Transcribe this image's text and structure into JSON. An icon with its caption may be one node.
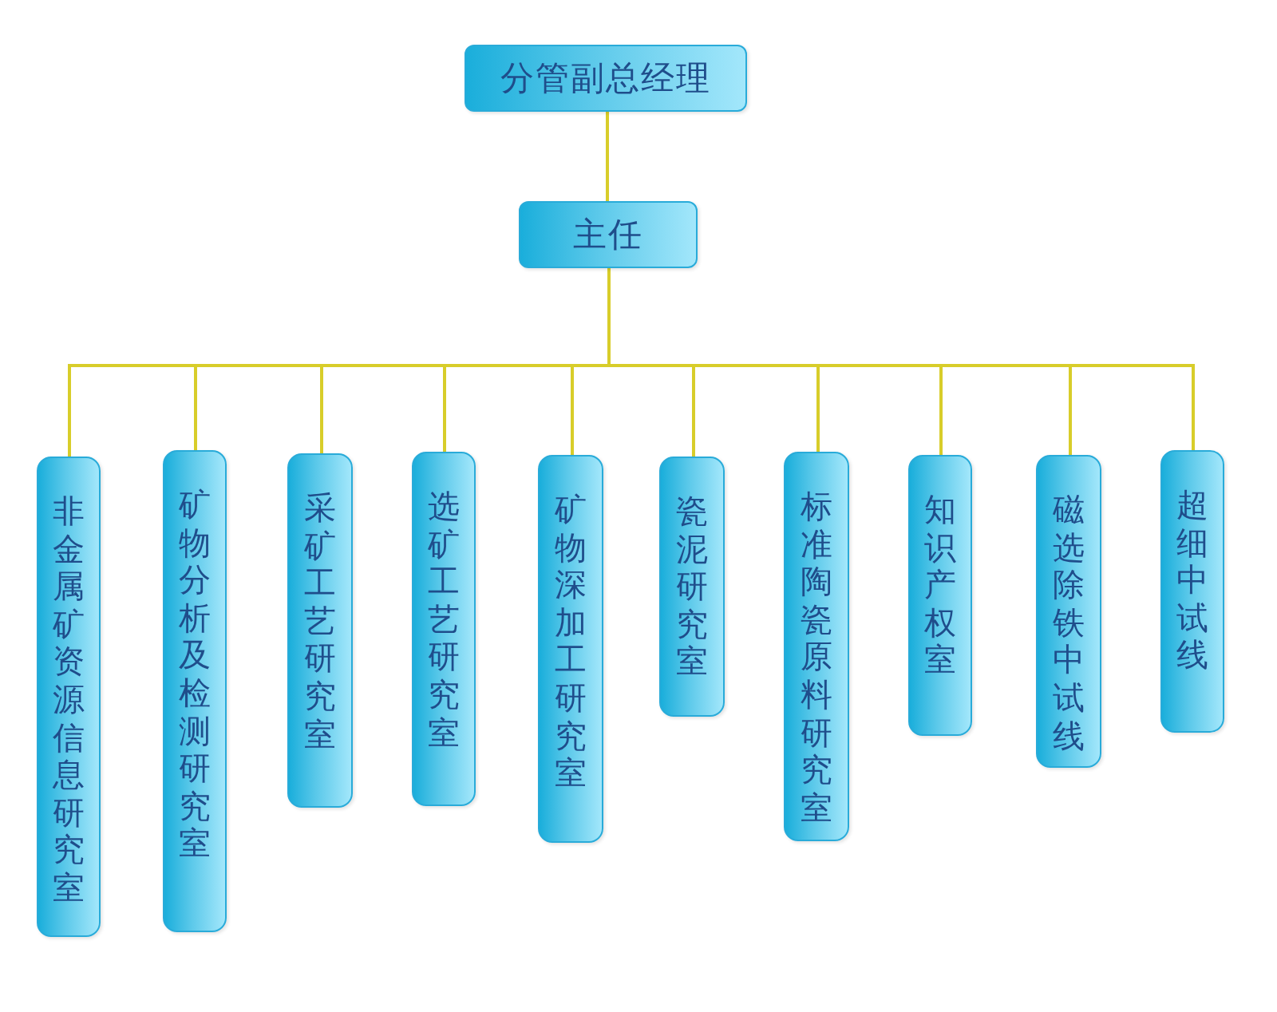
{
  "diagram": {
    "nodes": [
      {
        "text": [
          "分管副总经理"
        ]
      },
      {
        "text": [
          "主任"
        ]
      },
      {
        "text": [
          "非金属矿资源信息研究室"
        ]
      },
      {
        "text": [
          "矿物分析及检测研究室"
        ]
      },
      {
        "text": [
          "采矿工艺研究室"
        ]
      },
      {
        "text": [
          "选矿工艺研究室"
        ]
      },
      {
        "text": [
          "矿物深加工研究室"
        ]
      },
      {
        "text": [
          "瓷泥研究室"
        ]
      },
      {
        "text": [
          "标准陶瓷原料研究室"
        ]
      },
      {
        "text": [
          "知识产权室"
        ]
      },
      {
        "text": [
          "磁选除铁中试线"
        ]
      },
      {
        "text": [
          "超细中试线"
        ]
      }
    ],
    "edges": [
      {
        "from": 0,
        "to": 1,
        "arrow": "none"
      },
      {
        "from": 1,
        "to": 2,
        "arrow": "none"
      },
      {
        "from": 1,
        "to": 3,
        "arrow": "none"
      },
      {
        "from": 1,
        "to": 4,
        "arrow": "none"
      },
      {
        "from": 1,
        "to": 5,
        "arrow": "none"
      },
      {
        "from": 1,
        "to": 6,
        "arrow": "none"
      },
      {
        "from": 1,
        "to": 7,
        "arrow": "none"
      },
      {
        "from": 1,
        "to": 8,
        "arrow": "none"
      },
      {
        "from": 1,
        "to": 9,
        "arrow": "none"
      },
      {
        "from": 1,
        "to": 10,
        "arrow": "none"
      },
      {
        "from": 1,
        "to": 11,
        "arrow": "none"
      }
    ]
  }
}
